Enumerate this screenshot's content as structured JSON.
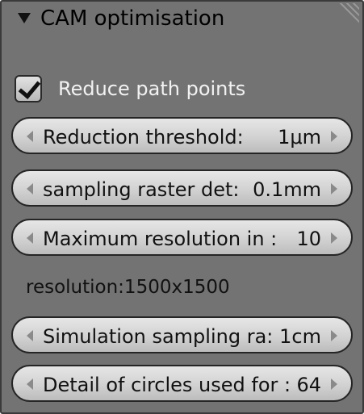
{
  "panel": {
    "title": "CAM optimisation",
    "grip_icon": "resize-grip-icon",
    "collapse_icon": "triangle-down-icon"
  },
  "checkbox": {
    "label": "Reduce path points",
    "checked": true
  },
  "fields": [
    {
      "label": "Reduction threshold:",
      "value": "1μm"
    },
    {
      "label": "sampling raster det:",
      "value": "0.1mm"
    },
    {
      "label": "Maximum resolution in :",
      "value": "10"
    },
    {
      "label": "Simulation sampling ra:",
      "value": "1cm"
    },
    {
      "label": "Detail of circles used for :",
      "value": "64"
    }
  ],
  "resolution": {
    "text": "resolution:1500x1500"
  }
}
